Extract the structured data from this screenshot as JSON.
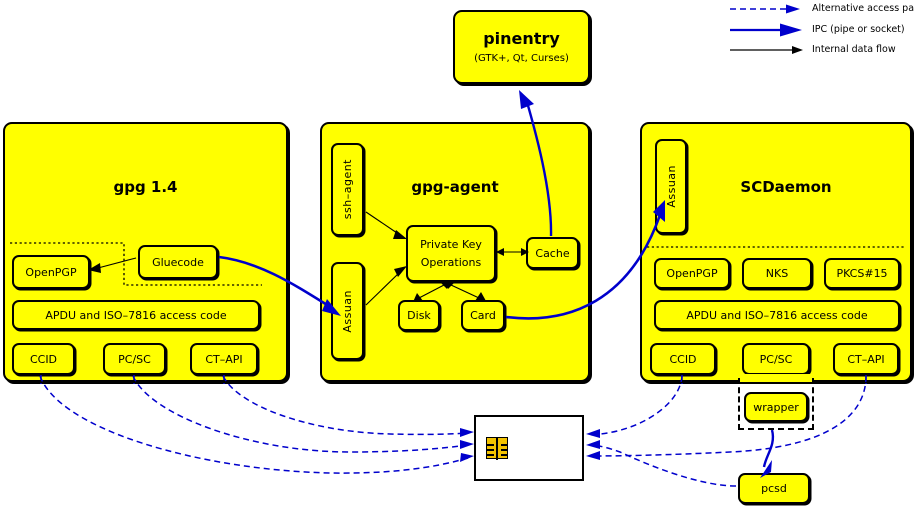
{
  "legend": {
    "items": [
      {
        "label": "Alternative access paths",
        "style": "dashed-blue",
        "color": "#0000cc"
      },
      {
        "label": "IPC (pipe or socket)",
        "style": "solid-blue-thick",
        "color": "#0000cc"
      },
      {
        "label": "Internal data flow",
        "style": "solid-black",
        "color": "#000000"
      }
    ]
  },
  "pinentry": {
    "title": "pinentry",
    "subtitle": "(GTK+, Qt, Curses)"
  },
  "gpg": {
    "title": "gpg 1.4",
    "gluecode": "Gluecode",
    "openpgp": "OpenPGP",
    "apdu": "APDU and ISO–7816 access code",
    "drivers": [
      "CCID",
      "PC/SC",
      "CT–API"
    ]
  },
  "gpgagent": {
    "title": "gpg-agent",
    "ssh_agent": "ssh–agent",
    "assuan": "Assuan",
    "private_key_line1": "Private Key",
    "private_key_line2": "Operations",
    "cache": "Cache",
    "disk": "Disk",
    "card": "Card"
  },
  "scdaemon": {
    "title": "SCDaemon",
    "assuan": "Assuan",
    "apps": [
      "OpenPGP",
      "NKS",
      "PKCS#15"
    ],
    "apdu": "APDU and ISO–7816 access code",
    "drivers": [
      "CCID",
      "PC/SC",
      "CT–API"
    ],
    "wrapper": "wrapper",
    "pcsd": "pcsd"
  },
  "smartcard": {
    "name": "smartcard",
    "chip": "chip-contact-pad"
  },
  "colors": {
    "box_fill": "#ffff00",
    "outline": "#000000",
    "ipc_blue": "#0000cc",
    "card_fill": "#ffffff",
    "chip_gold": "#f2c200"
  }
}
